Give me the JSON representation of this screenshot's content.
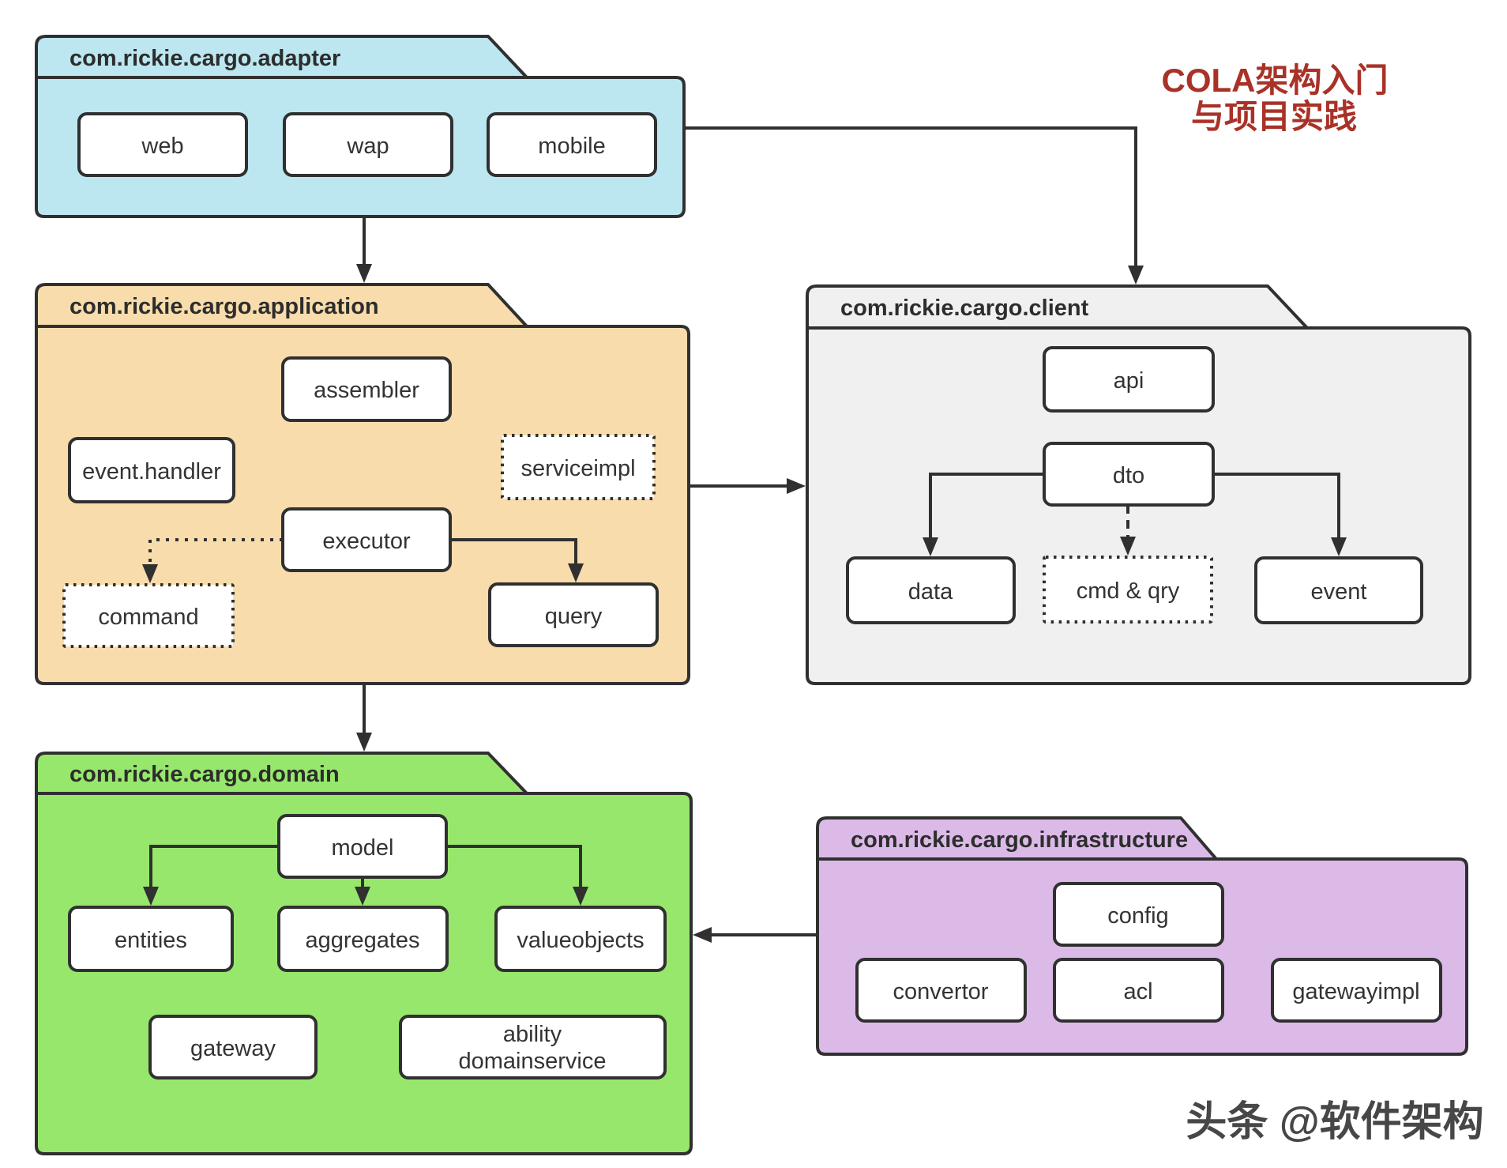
{
  "title": {
    "line1": "COLA架构入门",
    "line2": "与项目实践"
  },
  "watermark": "头条 @软件架构",
  "colors": {
    "adapter": "#bce7f1",
    "application": "#f8dcab",
    "client": "#f0f0f0",
    "domain": "#97e76c",
    "infrastructure": "#dcbae8",
    "line": "#303030",
    "title_red": "#a93228",
    "watermark_gray": "#474747"
  },
  "packages": {
    "adapter": {
      "label": "com.rickie.cargo.adapter",
      "modules": {
        "web": "web",
        "wap": "wap",
        "mobile": "mobile"
      }
    },
    "application": {
      "label": "com.rickie.cargo.application",
      "modules": {
        "assembler": "assembler",
        "event_handler": "event.handler",
        "serviceimpl": "serviceimpl",
        "executor": "executor",
        "command": "command",
        "query": "query"
      }
    },
    "client": {
      "label": "com.rickie.cargo.client",
      "modules": {
        "api": "api",
        "dto": "dto",
        "data": "data",
        "cmd_qry": "cmd & qry",
        "event": "event"
      }
    },
    "domain": {
      "label": "com.rickie.cargo.domain",
      "modules": {
        "model": "model",
        "entities": "entities",
        "aggregates": "aggregates",
        "valueobjects": "valueobjects",
        "gateway": "gateway",
        "ability_line1": "ability",
        "ability_line2": "domainservice"
      }
    },
    "infrastructure": {
      "label": "com.rickie.cargo.infrastructure",
      "modules": {
        "config": "config",
        "convertor": "convertor",
        "acl": "acl",
        "gatewayimpl": "gatewayimpl"
      }
    }
  }
}
